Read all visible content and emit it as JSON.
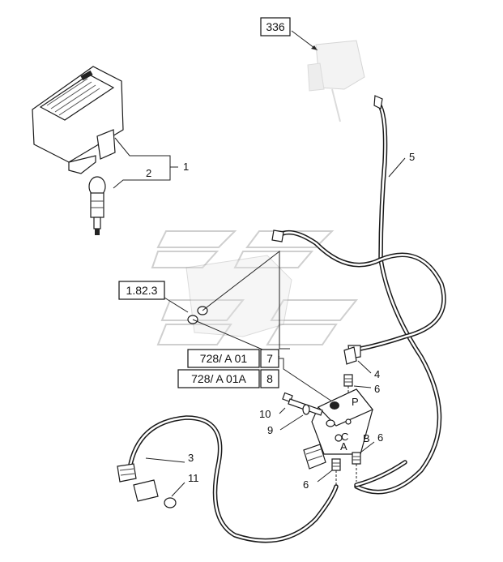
{
  "callouts": {
    "ref_336": "336",
    "ref_1823": "1.82.3",
    "ref_728a01": "728/  A 01",
    "ref_728a01a": "728/  A 01A",
    "box_7": "7",
    "box_8": "8"
  },
  "labels": {
    "n1": "1",
    "n2": "2",
    "n3": "3",
    "n4": "4",
    "n5": "5",
    "n6a": "6",
    "n6b": "6",
    "n6c": "6",
    "n9": "9",
    "n10": "10",
    "n11": "11"
  },
  "port_marks": {
    "p": "P",
    "b": "B",
    "a": "A",
    "c": "C"
  }
}
